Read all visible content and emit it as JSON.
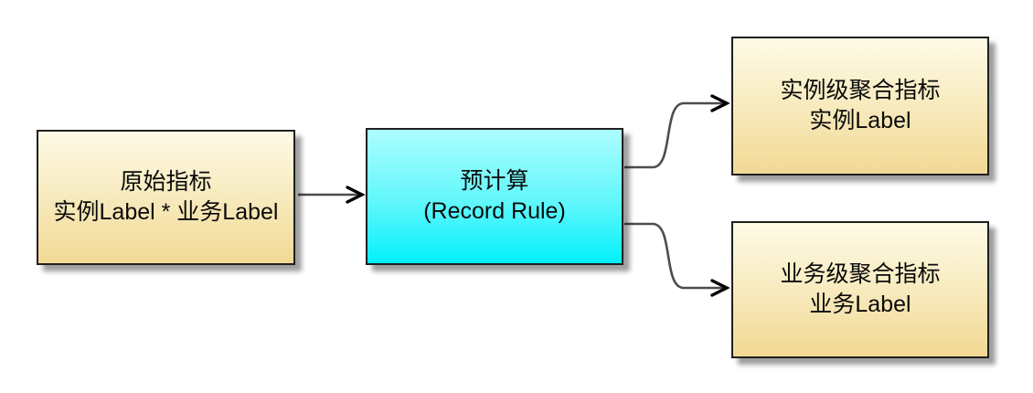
{
  "diagram": {
    "nodes": [
      {
        "id": "source-metric",
        "line1": "原始指标",
        "line2": "实例Label * 业务Label",
        "fill": "yellow"
      },
      {
        "id": "precompute",
        "line1": "预计算",
        "line2": "(Record Rule)",
        "fill": "cyan"
      },
      {
        "id": "instance-aggregate",
        "line1": "实例级聚合指标",
        "line2": "实例Label",
        "fill": "yellow"
      },
      {
        "id": "business-aggregate",
        "line1": "业务级聚合指标",
        "line2": "业务Label",
        "fill": "yellow"
      }
    ],
    "edges": [
      {
        "from": "source-metric",
        "to": "precompute"
      },
      {
        "from": "precompute",
        "to": "instance-aggregate"
      },
      {
        "from": "precompute",
        "to": "business-aggregate"
      }
    ],
    "colors": {
      "yellow_gradient_top": "#FEFAE6",
      "yellow_gradient_bottom": "#F2D994",
      "cyan_gradient_top": "#ADFDFF",
      "cyan_gradient_bottom": "#03F0FC",
      "node_border": "#1f1f1f",
      "connector_line": "#4d4d4d",
      "arrowhead": "#000000",
      "background": "#ffffff",
      "text": "#0a0a0a"
    }
  }
}
